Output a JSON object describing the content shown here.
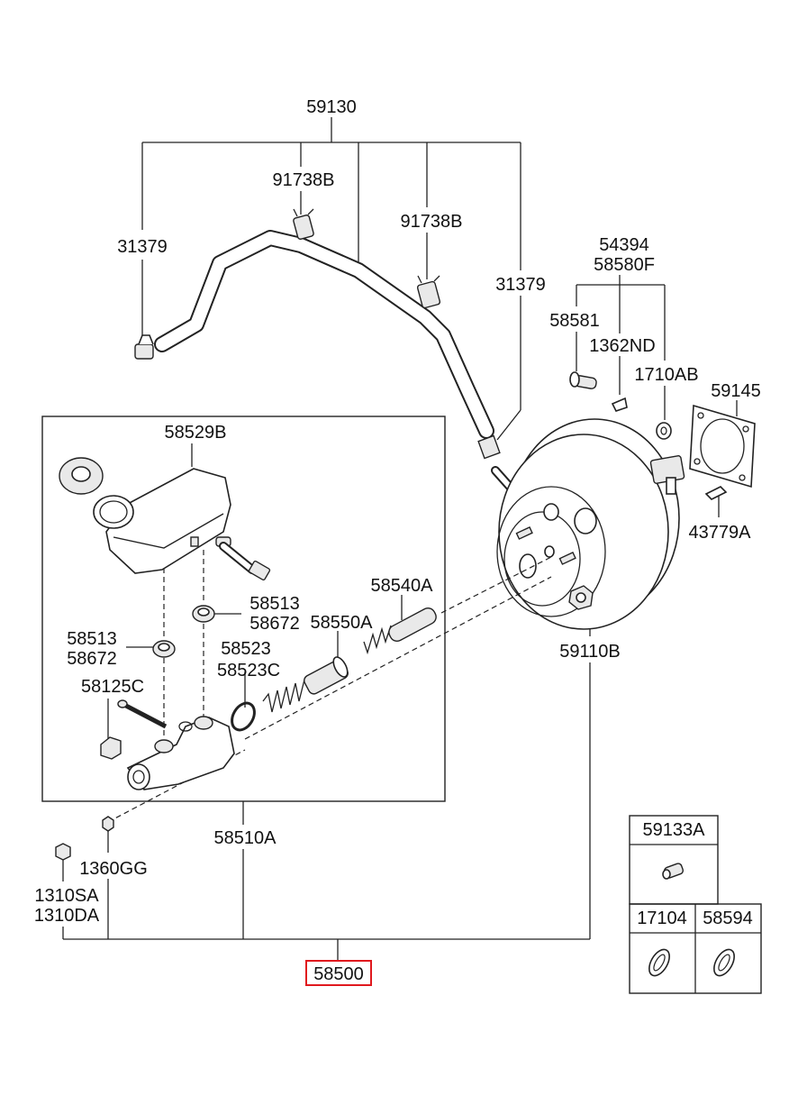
{
  "labels": {
    "hose_assy": "59130",
    "clip_a": "91738B",
    "clip_b": "91738B",
    "clamp_left": "31379",
    "clamp_right": "31379",
    "bolt_group_1": "54394",
    "bolt_group_2": "58580F",
    "pin": "58581",
    "snap_pin": "1362ND",
    "washer": "1710AB",
    "gasket": "59145",
    "clevis_pin": "43779A",
    "reservoir": "58529B",
    "grommet_upper_1": "58513",
    "grommet_upper_2": "58672",
    "grommet_lower_1": "58513",
    "grommet_lower_2": "58672",
    "piston_primary": "58540A",
    "piston_secondary": "58550A",
    "oring_1": "58523",
    "oring_2": "58523C",
    "plug_bolt": "58125C",
    "booster": "59110B",
    "master_cylinder": "58510A",
    "nut_small": "1360GG",
    "nut_1": "1310SA",
    "nut_2": "1310DA",
    "assembly": "58500",
    "inset_top": "59133A",
    "inset_bottom_left": "17104",
    "inset_bottom_right": "58594"
  },
  "colors": {
    "line": "#222222",
    "highlight": "#e0191e",
    "background": "#ffffff"
  }
}
